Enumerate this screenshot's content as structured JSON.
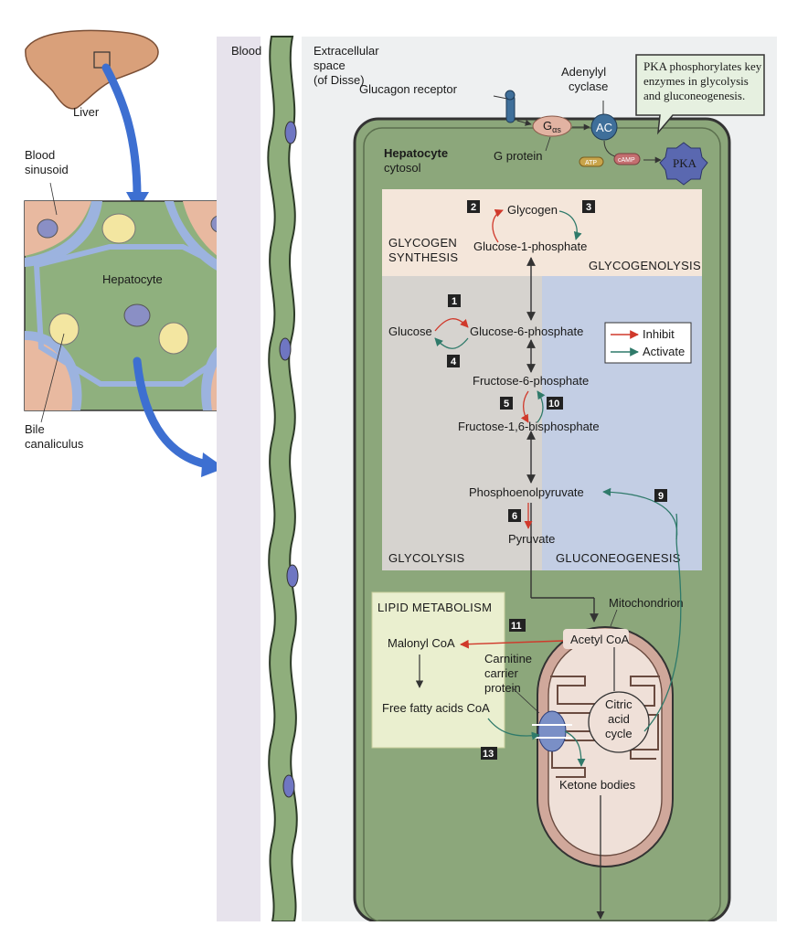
{
  "liver": {
    "label": "Liver"
  },
  "inset": {
    "sinusoid": "Blood\nsinusoid",
    "hepatocyte": "Hepatocyte",
    "bile": "Bile\ncanaliculus"
  },
  "regions": {
    "blood": "Blood",
    "extracellular": "Extracellular\nspace\n(of Disse)",
    "cytosol_title": "Hepatocyte",
    "cytosol_sub": "cytosol"
  },
  "signaling": {
    "receptor": "Glucagon receptor",
    "adenylyl": "Adenylyl\ncyclase",
    "g_protein": "G protein",
    "g_alpha_main": "G",
    "g_alpha_sub": "αs",
    "ac": "AC",
    "atp": "ATP",
    "camp": "cAMP",
    "pka": "PKA"
  },
  "callout": "PKA phosphorylates key\nenzymes in glycolysis\nand gluconeogenesis.",
  "glycogen_box": {
    "synthesis": "GLYCOGEN\nSYNTHESIS",
    "glycogenolysis": "GLYCOGENOLYSIS",
    "glycogen": "Glycogen",
    "g1p": "Glucose-1-phosphate"
  },
  "pathway": {
    "glucose": "Glucose",
    "g6p": "Glucose-6-phosphate",
    "f6p": "Fructose-6-phosphate",
    "f16bp": "Fructose-1,6-bisphosphate",
    "pep": "Phosphoenolpyruvate",
    "pyruvate": "Pyruvate",
    "glycolysis": "GLYCOLYSIS",
    "gluconeogenesis": "GLUCONEOGENESIS"
  },
  "legend": {
    "inhibit": "Inhibit",
    "activate": "Activate",
    "inhibit_color": "#d0392b",
    "activate_color": "#2f7a6a"
  },
  "lipid": {
    "title": "LIPID METABOLISM",
    "malonyl": "Malonyl CoA",
    "ffa": "Free fatty acids CoA",
    "carrier": "Carnitine\ncarrier\nprotein"
  },
  "mito": {
    "title": "Mitochondrion",
    "acetyl": "Acetyl CoA",
    "tca": "Citric\nacid\ncycle",
    "ketone": "Ketone bodies"
  },
  "steps": [
    "1",
    "2",
    "3",
    "4",
    "5",
    "6",
    "9",
    "10",
    "11",
    "13"
  ]
}
